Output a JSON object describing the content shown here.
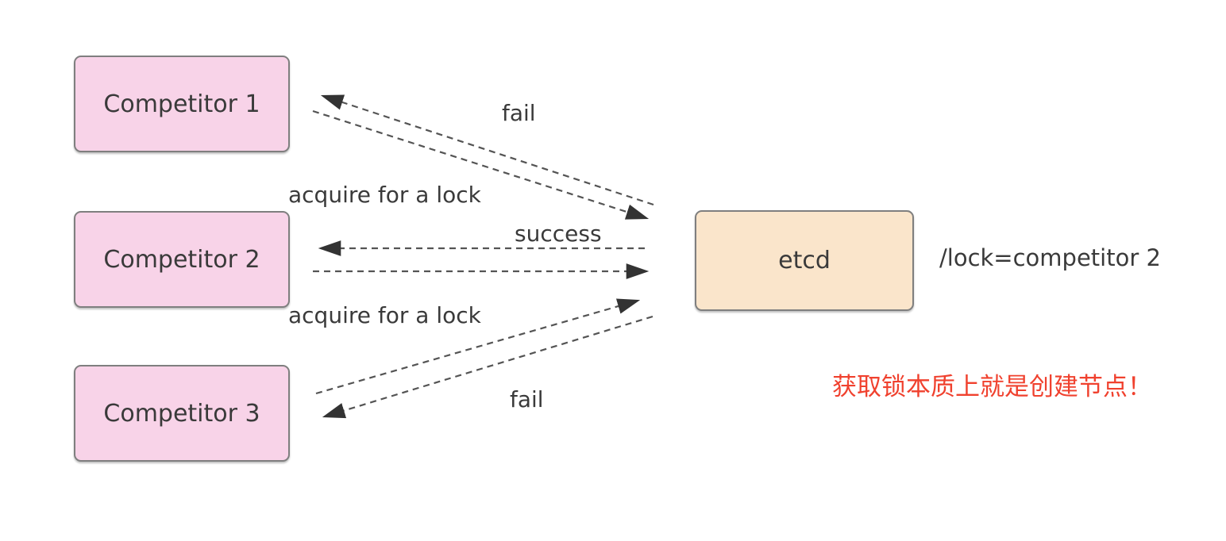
{
  "diagram": {
    "title": "etcd distributed lock acquisition",
    "nodes": [
      {
        "id": "competitor1",
        "label": "Competitor 1",
        "fill": "#f8d3e8"
      },
      {
        "id": "competitor2",
        "label": "Competitor 2",
        "fill": "#f8d3e8"
      },
      {
        "id": "competitor3",
        "label": "Competitor 3",
        "fill": "#f8d3e8"
      },
      {
        "id": "etcd",
        "label": "etcd",
        "fill": "#fae5cb"
      }
    ],
    "edges": [
      {
        "from": "Competitor 1",
        "to": "etcd",
        "label": "acquire for a lock",
        "style": "dashed"
      },
      {
        "from": "etcd",
        "to": "Competitor 1",
        "label": "fail",
        "style": "dashed"
      },
      {
        "from": "Competitor 2",
        "to": "etcd",
        "label": "",
        "style": "dashed"
      },
      {
        "from": "etcd",
        "to": "Competitor 2",
        "label": "success",
        "style": "dashed"
      },
      {
        "from": "Competitor 3",
        "to": "etcd",
        "label": "acquire for a lock",
        "style": "dashed"
      },
      {
        "from": "etcd",
        "to": "Competitor 3",
        "label": "fail",
        "style": "dashed"
      }
    ],
    "annotations": {
      "lock_value": "/lock=competitor 2",
      "note": "获取锁本质上就是创建节点！"
    }
  },
  "colors": {
    "node-pink": "#f8d3e8",
    "node-peach": "#fae5cb",
    "node-border": "#7f7f7f",
    "arrow-line": "#545454",
    "arrow-head": "#333333",
    "label-text": "#3a3a3a",
    "note-red": "#f0412e",
    "canvas-bg": "#ffffff"
  }
}
